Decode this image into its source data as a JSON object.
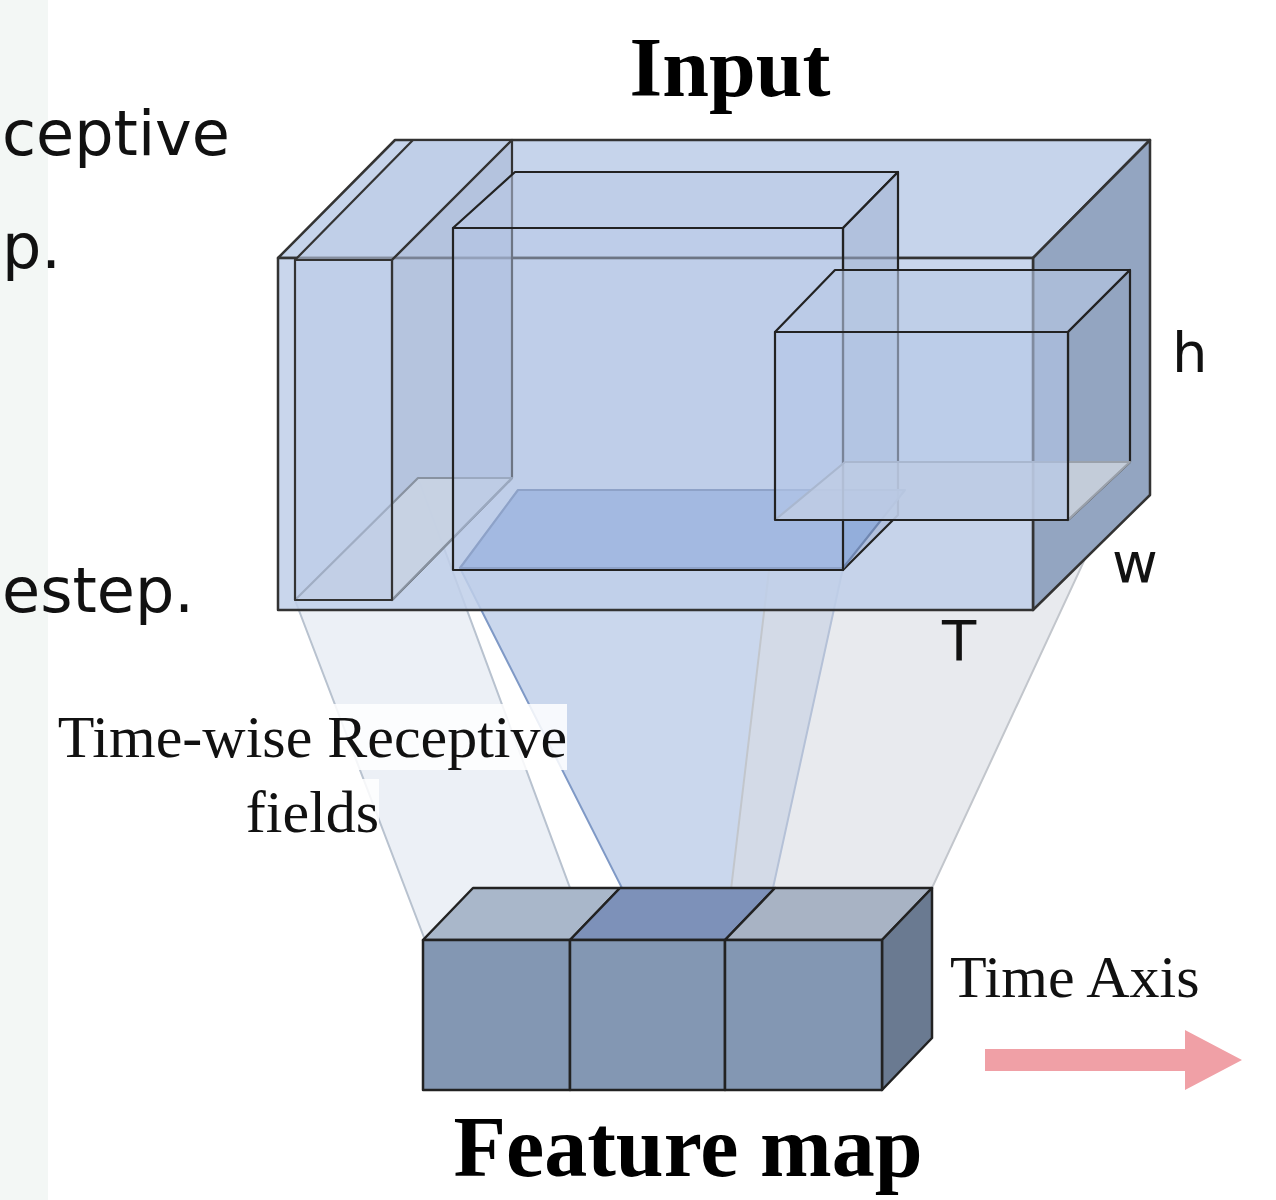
{
  "diagram": {
    "nodes": [
      {
        "text": [
          "Input"
        ]
      },
      {
        "text": [
          "Feature map"
        ]
      }
    ],
    "labels": [
      "ceptive",
      "p.",
      "estep.",
      "h",
      "w",
      "T",
      "Time-wise Receptive fields",
      "Time Axis"
    ]
  }
}
